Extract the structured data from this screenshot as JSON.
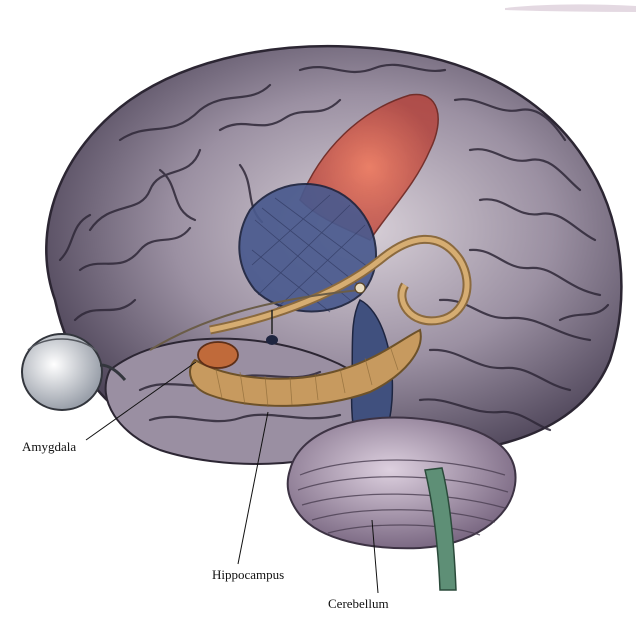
{
  "labels": {
    "amygdala": "Amygdala",
    "hippocampus": "Hippocampus",
    "cerebellum": "Cerebellum"
  },
  "colors": {
    "cortex": "#8d8395",
    "cortex_light": "#c9c0cc",
    "cortex_dark": "#4b4356",
    "motor_strip": "#d9533f",
    "thalamus": "#4a5a8e",
    "limbic_ring": "#c79a5f",
    "cerebellum": "#a58fab",
    "spinal_cord": "#5e8f76"
  }
}
